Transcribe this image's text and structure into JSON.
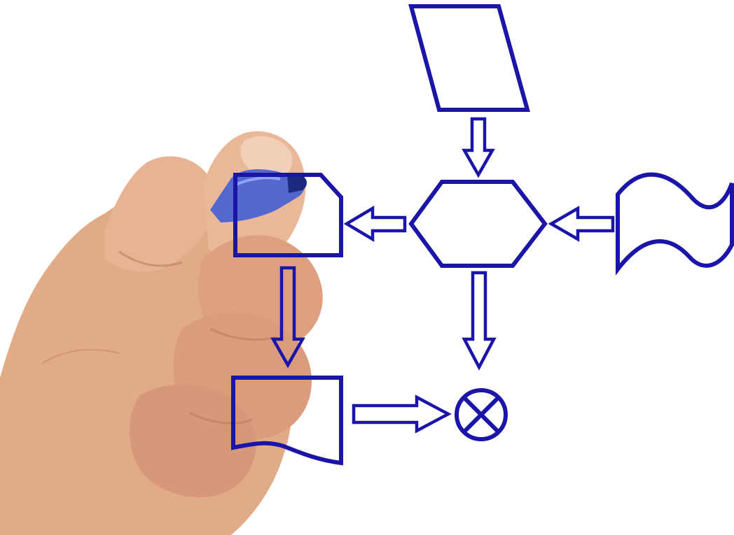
{
  "colors": {
    "stroke": "#1a14a8",
    "background": "#ffffff",
    "skin": "#e2ab88",
    "skin_shadow": "#b97d5c",
    "skin_highlight": "#f3d3bc",
    "marker_body": "#3a58d6",
    "marker_tip": "#1d2a80"
  },
  "diagram": {
    "shapes": [
      {
        "id": "input-parallelogram",
        "kind": "parallelogram"
      },
      {
        "id": "preparation-hexagon",
        "kind": "hexagon"
      },
      {
        "id": "punched-tape",
        "kind": "wavy-flag"
      },
      {
        "id": "punched-card",
        "kind": "cut-corner-rectangle"
      },
      {
        "id": "document",
        "kind": "document"
      },
      {
        "id": "summing-junction",
        "kind": "circle-with-x"
      }
    ],
    "arrows": [
      {
        "from": "input-parallelogram",
        "to": "preparation-hexagon",
        "style": "hollow-block"
      },
      {
        "from": "punched-tape",
        "to": "preparation-hexagon",
        "style": "hollow-block"
      },
      {
        "from": "preparation-hexagon",
        "to": "punched-card",
        "style": "hollow-block"
      },
      {
        "from": "preparation-hexagon",
        "to": "summing-junction",
        "style": "hollow-block"
      },
      {
        "from": "punched-card",
        "to": "document",
        "style": "hollow-block"
      },
      {
        "from": "document",
        "to": "summing-junction",
        "style": "hollow-block"
      }
    ]
  },
  "photo": {
    "subject": "hand-holding-marker"
  }
}
